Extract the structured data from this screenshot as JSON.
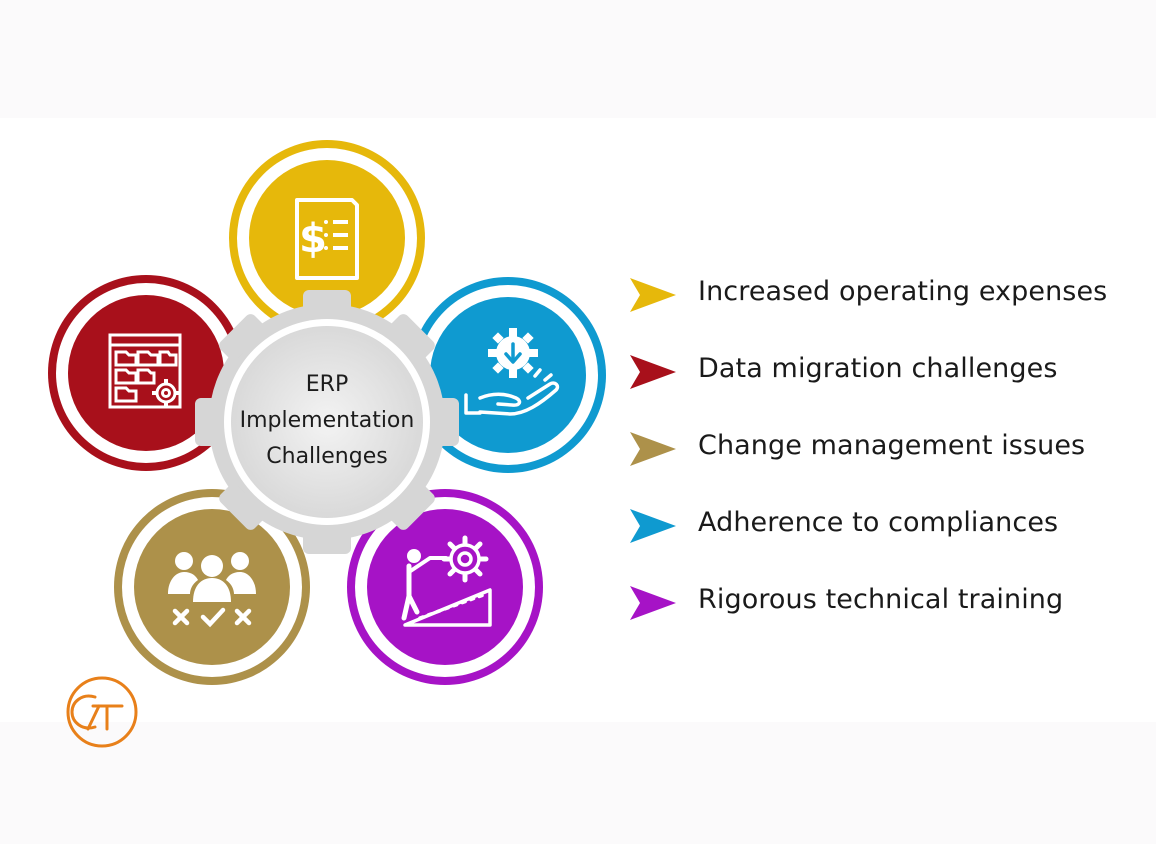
{
  "diagram": {
    "center_title_lines": [
      "ERP",
      "Implementation",
      "Challenges"
    ]
  },
  "challenges": [
    {
      "label": "Increased operating expenses",
      "color": "#e6b80b",
      "icon": "invoice-dollar-icon"
    },
    {
      "label": "Data migration challenges",
      "color": "#a8101b",
      "icon": "folders-gear-icon"
    },
    {
      "label": "Change management issues",
      "color": "#ad914a",
      "icon": "team-decision-icon"
    },
    {
      "label": "Adherence to compliances",
      "color": "#0f9ad0",
      "icon": "hand-gear-icon"
    },
    {
      "label": "Rigorous technical training",
      "color": "#a613c6",
      "icon": "climbing-gear-icon"
    }
  ],
  "logo": {
    "text": "CT",
    "color": "#e8801a",
    "icon": "ct-logo-icon"
  }
}
